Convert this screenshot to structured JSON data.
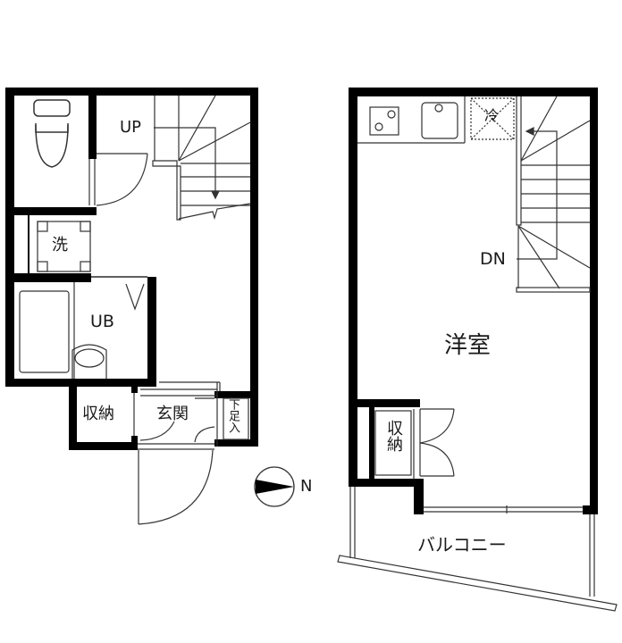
{
  "diagram": {
    "type": "floor_plan",
    "colors": {
      "wall": "#000000",
      "line": "#333333",
      "background": "#ffffff"
    },
    "floor_1": {
      "labels": {
        "stairs_up": "UP",
        "washer": "洗",
        "unit_bath": "UB",
        "storage": "収納",
        "entrance": "玄関",
        "shoe_box": "下足入"
      }
    },
    "floor_2": {
      "labels": {
        "stairs_down": "DN",
        "fridge": "冷",
        "western_room": "洋室",
        "storage": "収納",
        "balcony": "バルコニー"
      }
    },
    "compass": {
      "label": "N"
    }
  }
}
